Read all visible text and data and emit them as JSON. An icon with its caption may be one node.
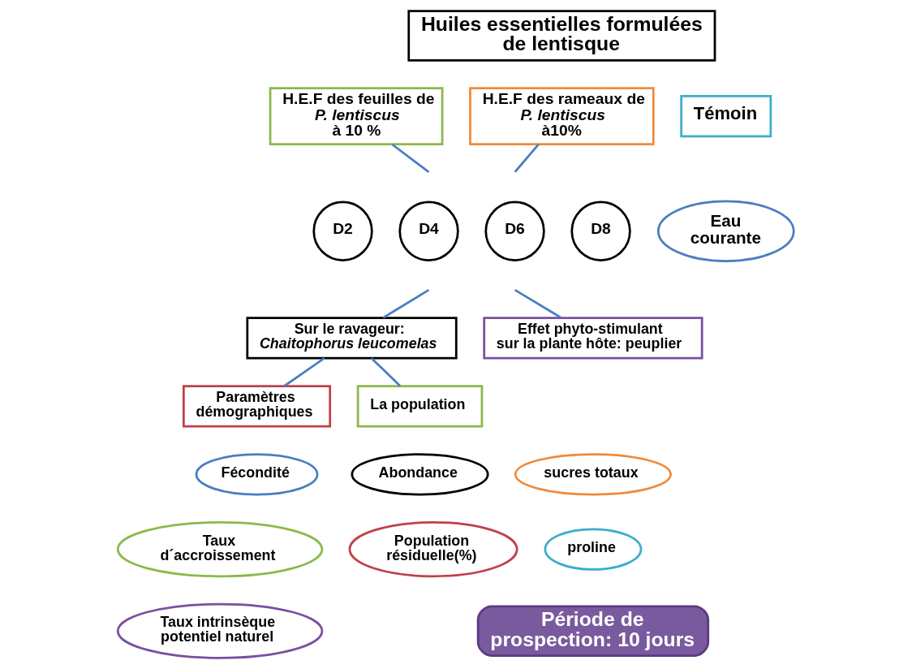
{
  "diagram": {
    "nodes": [
      {
        "text": [
          "Huiles essentielles formulées de lentisque"
        ]
      },
      {
        "text": [
          "H.E.F des feuilles de *P. lentiscus* à 10 %"
        ]
      },
      {
        "text": [
          "H.E.F des rameaux de *P. lentiscus* à10%"
        ]
      },
      {
        "text": [
          "Témoin"
        ]
      },
      {
        "text": [
          "D2"
        ]
      },
      {
        "text": [
          "D4"
        ]
      },
      {
        "text": [
          "D6"
        ]
      },
      {
        "text": [
          "D8"
        ]
      },
      {
        "text": [
          "Eau courante"
        ]
      },
      {
        "text": [
          "Sur le ravageur: *Chaitophorus leucomelas*"
        ]
      },
      {
        "text": [
          "Effet phyto-stimulant sur la plante hôte: peuplier"
        ]
      },
      {
        "text": [
          "Paramètres démographiques"
        ]
      },
      {
        "text": [
          "La population"
        ]
      },
      {
        "text": [
          "Fécondité"
        ]
      },
      {
        "text": [
          "Taux d´accroissement"
        ]
      },
      {
        "text": [
          "Taux intrinsèque potentiel naturel"
        ]
      },
      {
        "text": [
          "Abondance"
        ]
      },
      {
        "text": [
          "Population résiduelle(%)"
        ]
      },
      {
        "text": [
          "sucres totaux"
        ]
      },
      {
        "text": [
          "proline"
        ]
      },
      {
        "text": [
          "Période de prospection: 10 jours"
        ]
      }
    ],
    "edges": [
      {
        "from": 1,
        "to": null,
        "arrow": "none"
      },
      {
        "from": 2,
        "to": null,
        "arrow": "none"
      },
      {
        "from": null,
        "to": 9,
        "arrow": "none"
      },
      {
        "from": null,
        "to": 10,
        "arrow": "none"
      },
      {
        "from": 9,
        "to": 11,
        "arrow": "none"
      },
      {
        "from": 9,
        "to": 12,
        "arrow": "none"
      }
    ]
  }
}
